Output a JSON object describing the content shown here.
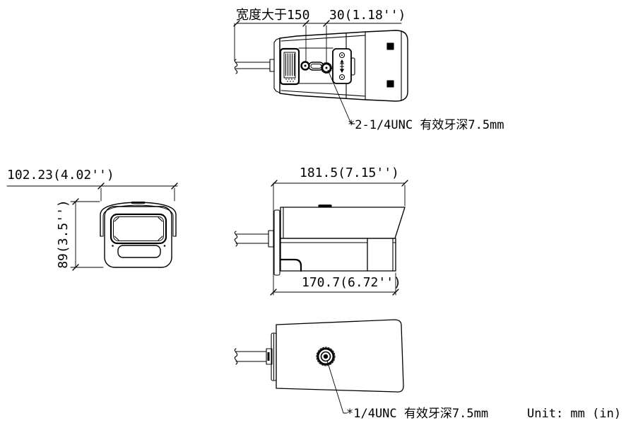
{
  "top_view": {
    "dim_wall": "宽度大于150",
    "dim_screw_spacing": "30(1.18'')",
    "thread_note": "*2-1/4UNC 有效牙深7.5mm"
  },
  "front_view": {
    "dim_width": "102.23(4.02'')",
    "dim_height": "89(3.5'')"
  },
  "side_view": {
    "dim_overall_length": "181.5(7.15'')",
    "dim_body_length": "170.7(6.72'')"
  },
  "bottom_view": {
    "thread_note": "*1/4UNC 有效牙深7.5mm"
  },
  "unit_note": "Unit: mm (in)",
  "colors": {
    "line": "#000000",
    "background": "#ffffff"
  }
}
